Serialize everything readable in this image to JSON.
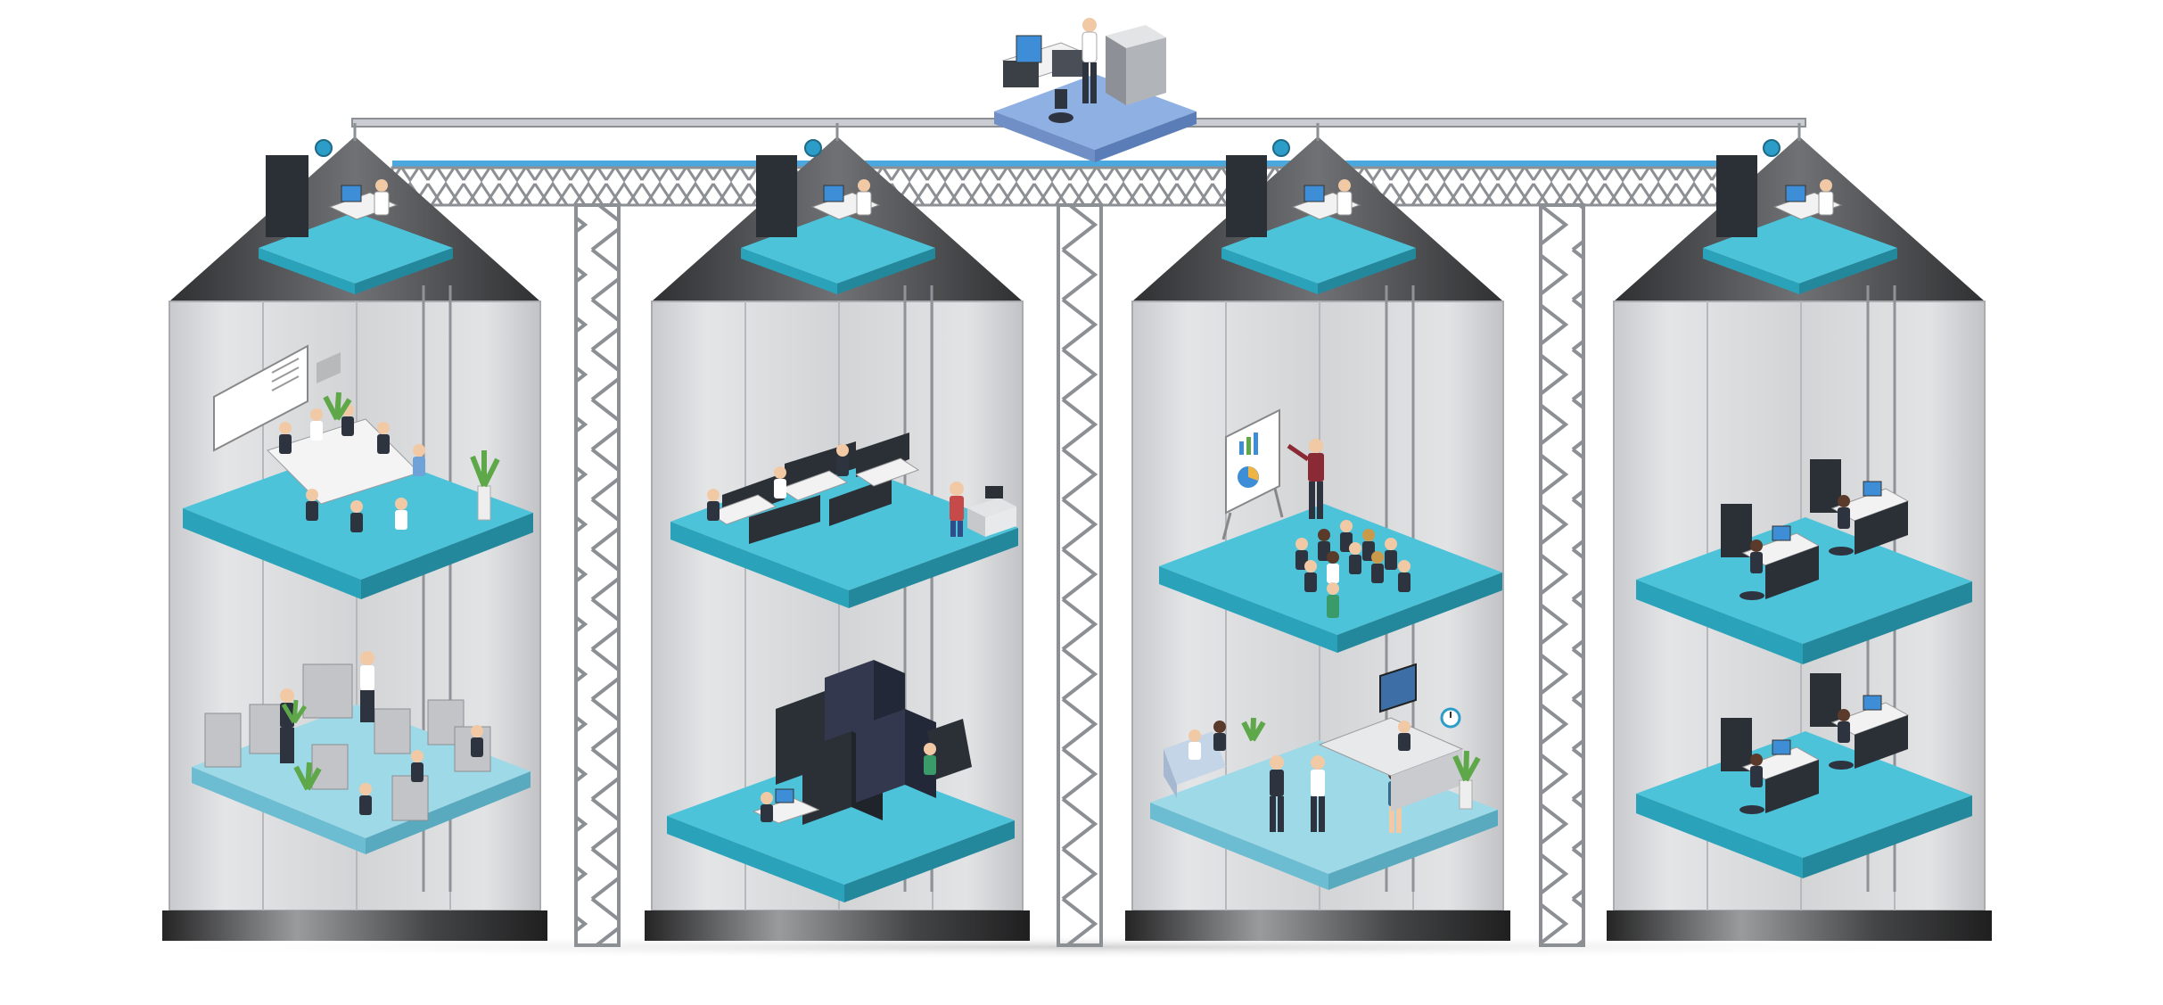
{
  "colors": {
    "background": "#ffffff",
    "silo_body_light": "#dcdcdc",
    "silo_body_mid": "#bfc0c3",
    "silo_roof_dark": "#3a3b3d",
    "silo_roof_light": "#6b6c6e",
    "silo_base_dark": "#2b2b2b",
    "silo_band": "#4c4c4c",
    "floor_teal_top": "#4cc3d9",
    "floor_teal_side": "#2aa3ba",
    "floor_light_top": "#9ed9e8",
    "floor_light_side": "#6cbdd1",
    "central_floor_top": "#8fb0e3",
    "central_floor_side": "#6f8fc6",
    "truss_steel": "#bfc2c6",
    "truss_outline": "#7d8084",
    "pipe_blue": "#4aa8df",
    "server_dark": "#2b2f36",
    "desk_white": "#f2f2f2",
    "monitor_screen": "#3d8ed6",
    "person_dark": "#2d3440",
    "plant_green": "#5ea84a"
  },
  "silos": [
    {
      "name": "silo-1",
      "rooms": [
        {
          "floor": "upper",
          "type": "conference-room",
          "style": "teal"
        },
        {
          "floor": "lower",
          "type": "open-office",
          "style": "light"
        }
      ]
    },
    {
      "name": "silo-2",
      "rooms": [
        {
          "floor": "upper",
          "type": "cubicle-office",
          "style": "teal"
        },
        {
          "floor": "lower",
          "type": "server-room",
          "style": "teal"
        }
      ]
    },
    {
      "name": "silo-3",
      "rooms": [
        {
          "floor": "upper",
          "type": "presentation-room",
          "style": "teal"
        },
        {
          "floor": "lower",
          "type": "reception-lobby",
          "style": "light"
        }
      ]
    },
    {
      "name": "silo-4",
      "rooms": [
        {
          "floor": "upper",
          "type": "workstations",
          "style": "teal"
        },
        {
          "floor": "lower",
          "type": "workstations",
          "style": "teal"
        }
      ]
    }
  ],
  "central_platform": {
    "type": "office-workstation-with-copier"
  },
  "roof_platforms": {
    "type": "desk-with-server-rack",
    "count": 4
  },
  "icons": {
    "server": "server-rack-icon",
    "desk": "desk-icon",
    "monitor": "monitor-icon",
    "person": "person-icon",
    "plant": "potted-plant-icon",
    "whiteboard": "whiteboard-icon",
    "camera": "security-camera-icon",
    "clock": "wall-clock-icon",
    "tv": "tv-screen-icon",
    "printer": "copier-icon"
  }
}
